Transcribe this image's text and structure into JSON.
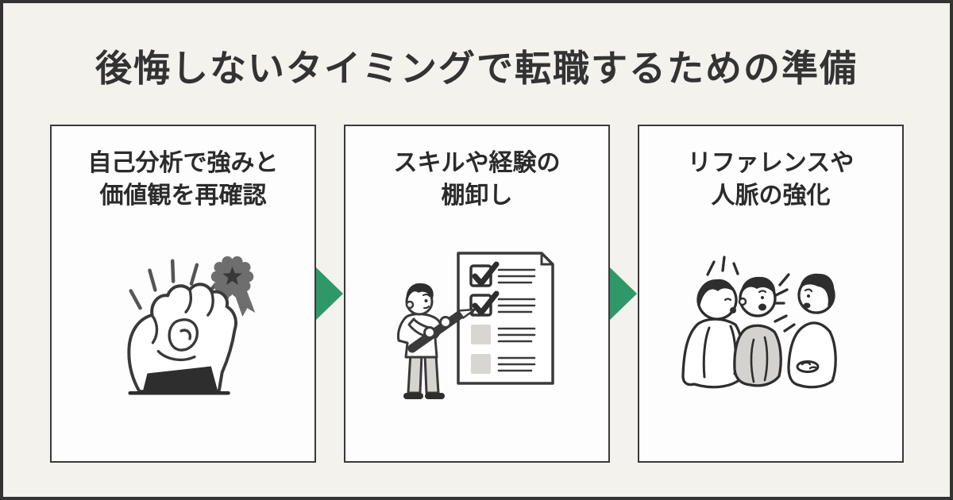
{
  "page": {
    "title": "後悔しないタイミングで転職するための準備",
    "background_color": "#f3f2ec",
    "frame_color": "#333333",
    "card_background": "#fdfdfd",
    "card_border_color": "#3a3a3a",
    "text_color": "#2b2b2b",
    "arrow_color": "#2f9868",
    "illustration_line_color": "#3a3a3a",
    "illustration_gray_fill": "#d6d4d1",
    "medal_color": "#6e6e6e"
  },
  "steps": [
    {
      "order": 1,
      "line1": "自己分析で強みと",
      "line2": "価値観を再確認",
      "icon": "fist-and-medal-illustration"
    },
    {
      "order": 2,
      "line1": "スキルや経験の",
      "line2": "棚卸し",
      "icon": "checklist-illustration"
    },
    {
      "order": 3,
      "line1": "リファレンスや",
      "line2": "人脈の強化",
      "icon": "people-talking-illustration"
    }
  ],
  "arrows": [
    {
      "direction": "right"
    },
    {
      "direction": "right"
    }
  ]
}
